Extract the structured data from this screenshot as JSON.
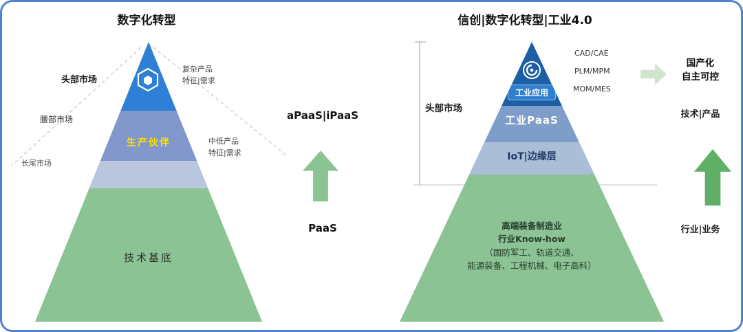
{
  "colors": {
    "border_blue": "#4f81d0",
    "pyramid_top_blue": "#2e7fd6",
    "pyramid_dark_blue": "#1d5fa6",
    "band_slate": "#8297cb",
    "band_light": "#b9c6de",
    "green": "#8cc394",
    "arrow_green_dark": "#5faf66",
    "arrow_green_light": "#cfe5cd",
    "partner_yellow": "#ffe400",
    "iot_text_navy": "#1f3864"
  },
  "left_section": {
    "title": "数字化转型",
    "markets": [
      "头部市场",
      "腰部市场",
      "长尾市场"
    ],
    "demands": [
      {
        "line1": "复杂产品",
        "line2": "特征|需求"
      },
      {
        "line1": "中低产品",
        "line2": "特征|需求"
      }
    ],
    "pyramid": {
      "partner": "生产伙伴",
      "base": "技术基底"
    },
    "apaas": "aPaaS|iPaaS",
    "paas": "PaaS"
  },
  "right_section": {
    "title": "信创|数字化转型|工业4.0",
    "market": "头部市场",
    "pyramid": {
      "app_badge": "工业应用",
      "paas_layer": "工业PaaS",
      "iot_layer": "IoT|边缘层",
      "base_lines": [
        "高端装备制造业",
        "行业Know-how",
        "（国防军工、轨道交通、",
        "能源装备、工程机械、电子高科）"
      ]
    },
    "tech_stack": [
      "CAD/CAE",
      "PLM/MPM",
      "MOM/MES"
    ],
    "sovereign": {
      "line1": "国产化",
      "line2": "自主可控"
    },
    "tech_product": "技术|产品",
    "industry_business": "行业|业务"
  }
}
